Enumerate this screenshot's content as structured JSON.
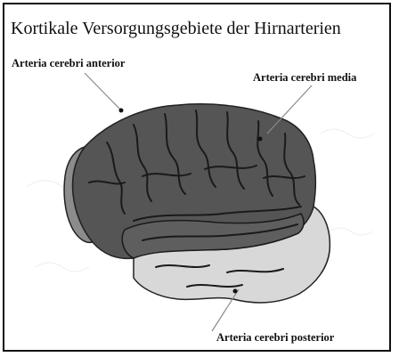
{
  "title": "Kortikale Versorgungsgebiete der Hirnarterien",
  "labels": {
    "anterior": "Arteria cerebri anterior",
    "media": "Arteria cerebri media",
    "posterior": "Arteria cerebri posterior"
  },
  "colors": {
    "anterior": "#8c8c8c",
    "media": "#555555",
    "posterior": "#d8d8d8",
    "sulci": "#1a1a1a",
    "border": "#111111"
  }
}
